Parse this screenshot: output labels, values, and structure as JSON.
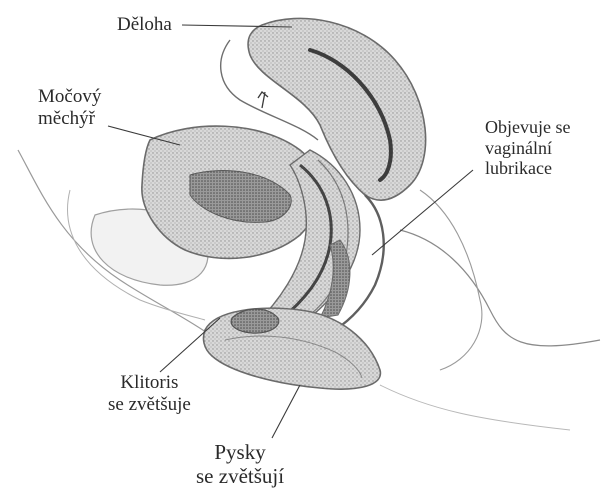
{
  "labels": {
    "uterus": "Děloha",
    "bladder": [
      "Močový",
      "měchýř"
    ],
    "lubrication": [
      "Objevuje se",
      "vaginální",
      "lubrikace"
    ],
    "clitoris": [
      "Klitoris",
      "se zvětšuje"
    ],
    "labia": [
      "Pysky",
      "se zvětšují"
    ]
  },
  "colors": {
    "ink": "#2a2a2a",
    "tissue_light": "#d4d4d4",
    "tissue_mid": "#a9a9a9",
    "tissue_dark": "#5a5a5a",
    "outline": "#6b6b6b"
  }
}
